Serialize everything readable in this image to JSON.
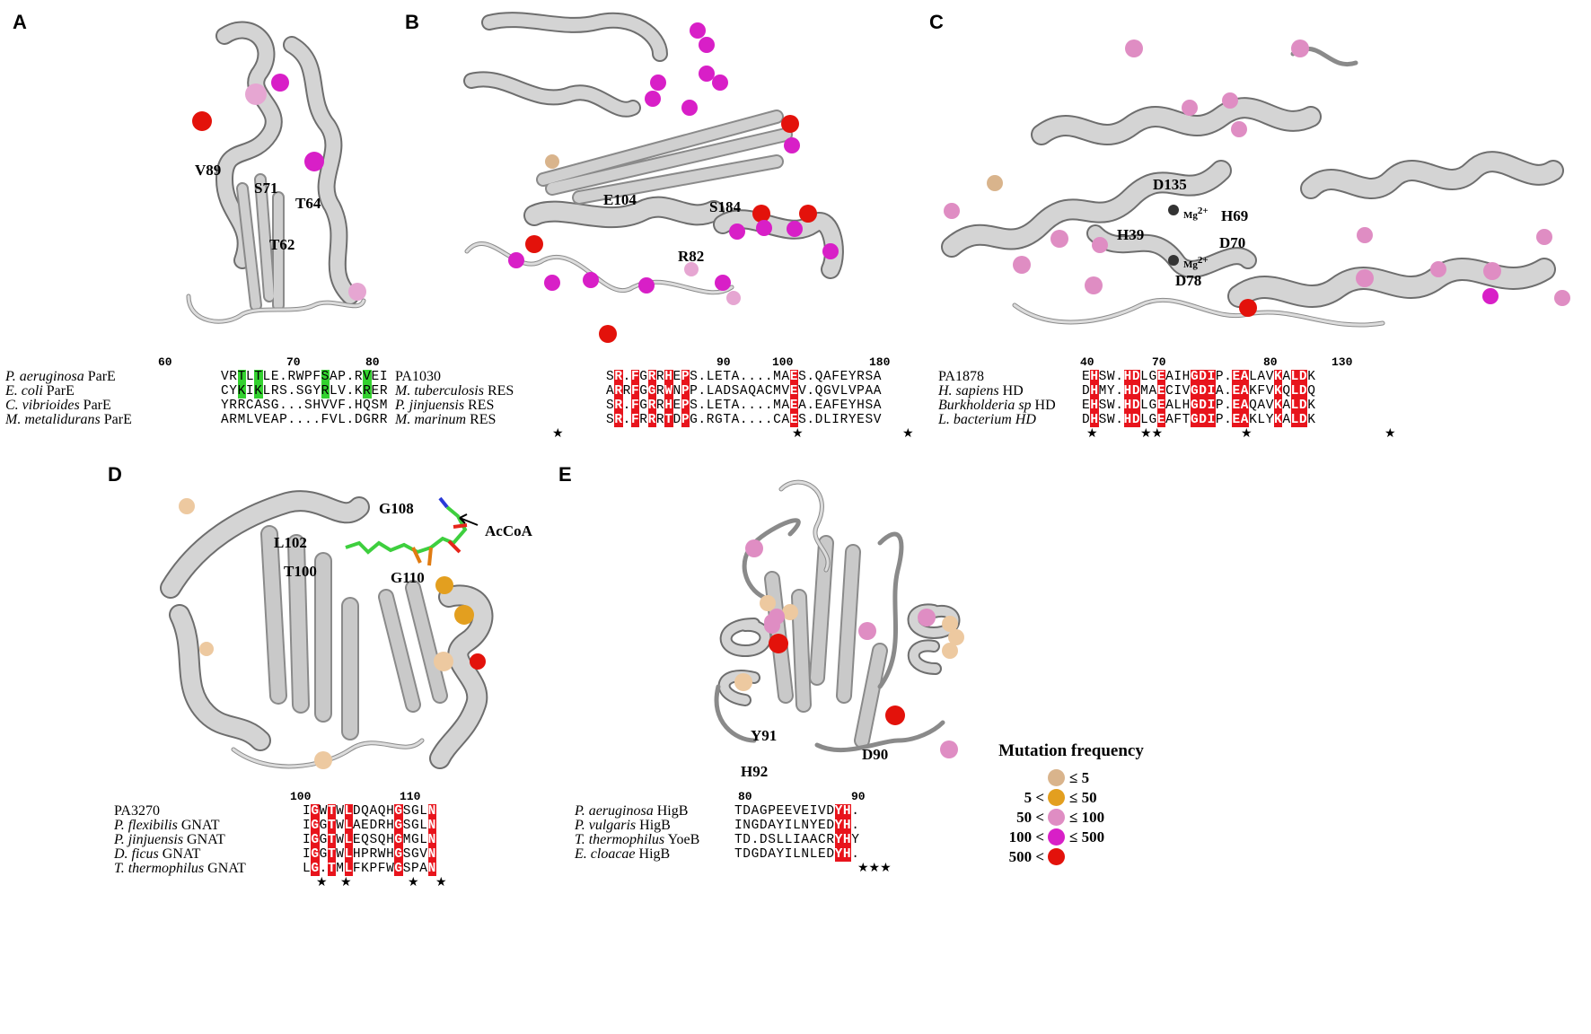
{
  "panels": {
    "A": {
      "letter": "A",
      "residues": [
        "V89",
        "S71",
        "T64",
        "T62"
      ],
      "ruler": [
        "60",
        "70",
        "80"
      ],
      "rows": [
        {
          "genus": "P. aeruginosa",
          "name": "ParE",
          "seq": "VRTLTLE.RWPFSAP.RVEI"
        },
        {
          "genus": "E. coli",
          "name": "ParE",
          "seq": "CYKIKLRS.SGYRLV.KRER"
        },
        {
          "genus": "C. vibrioides",
          "name": "ParE",
          "seq": "YRRCASG...SHVVF.HQSM"
        },
        {
          "genus": "M. metalidurans",
          "name": "ParE",
          "seq": "ARMLVEAP....FVL.DGRR"
        }
      ]
    },
    "B": {
      "letter": "B",
      "residues": [
        "E104",
        "S184",
        "R82"
      ],
      "ruler": [
        "90",
        "100",
        "180"
      ],
      "rows": [
        {
          "genus": "",
          "name": "PA1030",
          "seq": "SR.FGRRHEPS.LETA....MAES.QAFEYRSA"
        },
        {
          "genus": "M. tuberculosis",
          "name": "RES",
          "seq": "ARRFGGRWNPP.LADSAQACMVEV.QGVLVPAA"
        },
        {
          "genus": "P. jinjuensis",
          "name": "RES",
          "seq": "SR.FGRRHEPS.LETA....MAEA.EAFEYHSA"
        },
        {
          "genus": "M. marinum",
          "name": "RES",
          "seq": "SR.FRRRTDPG.RGTA....CAES.DLIRYESV"
        }
      ],
      "stars": [
        "★",
        "★",
        "★"
      ]
    },
    "C": {
      "letter": "C",
      "residues": [
        "D135",
        "H69",
        "H39",
        "D70",
        "D78"
      ],
      "ion": "Mg",
      "ion_charge": "2+",
      "ruler": [
        "40",
        "70",
        "80",
        "130"
      ],
      "rows": [
        {
          "genus": "",
          "name": "PA1878",
          "seq": "EHSW.HDLGEAIHGDIP.EALAVKALDK"
        },
        {
          "genus": "H. sapiens",
          "name": "HD",
          "seq": "DHMY.HDMAECIVGDIA.EAKFVKQLDQ"
        },
        {
          "genus": "Burkholderia sp",
          "name": "HD",
          "seq": "EHSW.HDLGEALHGDIP.EAQAVKALDK"
        },
        {
          "genus": "L. bacterium HD",
          "name": "",
          "seq": "DHSW.HDLGEAFTGDIP.EAKLYKALDK"
        }
      ],
      "stars": [
        "★",
        "★★",
        "★",
        "★"
      ]
    },
    "D": {
      "letter": "D",
      "residues": [
        "G108",
        "L102",
        "T100",
        "G110"
      ],
      "ligand": "AcCoA",
      "ruler": [
        "100",
        "110"
      ],
      "rows": [
        {
          "genus": "",
          "name": "PA3270",
          "seq": "IGWTWLDQAQHGSGLN"
        },
        {
          "genus": "P. flexibilis",
          "name": "GNAT",
          "seq": "IGGTWLAEDRHGSGLN"
        },
        {
          "genus": "P. jinjuensis",
          "name": "GNAT",
          "seq": "IGGTWLEQSQHGMGLN"
        },
        {
          "genus": "D. ficus",
          "name": "GNAT",
          "seq": "IGGTWLHPRWHGSGVN"
        },
        {
          "genus": "T. thermophilus",
          "name": "GNAT",
          "seq": "LG.TMLFKPFWGSPAN"
        }
      ],
      "stars": [
        "★",
        "★",
        "★",
        "★"
      ]
    },
    "E": {
      "letter": "E",
      "residues": [
        "Y91",
        "D90",
        "H92"
      ],
      "ruler": [
        "80",
        "90"
      ],
      "rows": [
        {
          "genus": "P. aeruginosa",
          "name": "HigB",
          "seq": "TDAGPEEVEIVDYH."
        },
        {
          "genus": "P. vulgaris",
          "name": "HigB",
          "seq": "INGDAYILNYEDYH."
        },
        {
          "genus": "T. thermophilus",
          "name": "YoeB",
          "seq": "TD.DSLLIAACRYHY"
        },
        {
          "genus": "E. cloacae",
          "name": "HigB",
          "seq": "TDGDAYILNLEDYH."
        }
      ],
      "stars": [
        "★★★"
      ]
    }
  },
  "legend": {
    "title": "Mutation frequency",
    "items": [
      {
        "label": "≤ 5",
        "color": "#d9b48c"
      },
      {
        "label": "5 < ≤ 50",
        "color": "#e39f1f"
      },
      {
        "label": "50 < ≤ 100",
        "color": "#df8dc3"
      },
      {
        "label": "100 < ≤ 500",
        "color": "#d81fc7"
      },
      {
        "label": "500 <",
        "color": "#e3120b"
      }
    ]
  },
  "colors": {
    "conserved": "#e8141c",
    "highlight": "#33d12f",
    "ribbon": "#c9c9c9",
    "ribbon_edge": "#6e6e6e"
  }
}
